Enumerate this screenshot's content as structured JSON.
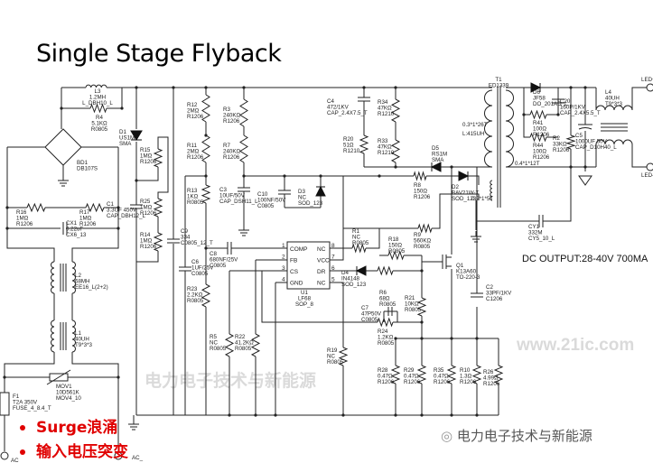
{
  "title": "Single Stage Flyback",
  "output_spec": "DC OUTPUT:28-40V 700MA",
  "bullets": [
    "Surge浪涌",
    "输入电压突变"
  ],
  "watermark_bottom": "电力电子技术与新能源",
  "watermark_mid": "电力电子技术与新能源",
  "watermark_url": "www.21ic.com",
  "terminals": {
    "led_pos": "LED+",
    "led_neg": "LED-",
    "ac_left": "AC_",
    "ac_right": "AC_"
  },
  "ic": {
    "ref": "U1",
    "part": "LF68",
    "package": "SOP_8",
    "left_pins": [
      "COMP",
      "FB",
      "CS",
      "GND"
    ],
    "right_pins": [
      "NC",
      "VCC",
      "DR",
      "NC"
    ],
    "left_nums": [
      "1",
      "2",
      "3",
      "4"
    ],
    "right_nums": [
      "8",
      "7",
      "6",
      "5"
    ]
  },
  "transformer": {
    "ref": "T1",
    "part": "ED1339",
    "primary": "0.3*1*26T",
    "inductance": "L:415UH",
    "secondary": "0.4*1*12T",
    "aux": "0.2*1*5T"
  },
  "components": [
    {
      "ref": "L3",
      "lines": [
        "1.2MH",
        "L_DBH10_L"
      ]
    },
    {
      "ref": "R4",
      "lines": [
        "5.1KΩ",
        "R0805"
      ]
    },
    {
      "ref": "D1",
      "lines": [
        "US1M",
        "SMA"
      ]
    },
    {
      "ref": "BD1",
      "lines": [
        "DB107S"
      ]
    },
    {
      "ref": "R15",
      "lines": [
        "1MΩ",
        "R1206"
      ]
    },
    {
      "ref": "R12",
      "lines": [
        "2MΩ",
        "R1206"
      ]
    },
    {
      "ref": "R11",
      "lines": [
        "2MΩ",
        "R1206"
      ]
    },
    {
      "ref": "R3",
      "lines": [
        "240KΩ",
        "R1206"
      ]
    },
    {
      "ref": "R7",
      "lines": [
        "240KΩ",
        "R1206"
      ]
    },
    {
      "ref": "R13",
      "lines": [
        "1KΩ",
        "R0805"
      ]
    },
    {
      "ref": "C3",
      "lines": [
        "10UF/50V",
        "CAP_DSH11_L"
      ]
    },
    {
      "ref": "C10",
      "lines": [
        "100NF/50V",
        "C0805"
      ]
    },
    {
      "ref": "D3",
      "lines": [
        "NC",
        "SOD_123"
      ]
    },
    {
      "ref": "R16",
      "lines": [
        "1MΩ",
        "R1206"
      ]
    },
    {
      "ref": "R17",
      "lines": [
        "1MΩ",
        "R1206"
      ]
    },
    {
      "ref": "C1",
      "lines": [
        "3.3UF 450V",
        "CAP_DBH12_L"
      ]
    },
    {
      "ref": "CX1",
      "lines": [
        "0.22uF",
        "CX6_13"
      ]
    },
    {
      "ref": "R25",
      "lines": [
        "1MΩ",
        "R1206"
      ]
    },
    {
      "ref": "R14",
      "lines": [
        "1MΩ",
        "R1206"
      ]
    },
    {
      "ref": "C9",
      "lines": [
        "334",
        "C0805_12_T"
      ]
    },
    {
      "ref": "C8",
      "lines": [
        "680NF/25V",
        "C0805"
      ]
    },
    {
      "ref": "C6",
      "lines": [
        "1UF/25V",
        "C0805"
      ]
    },
    {
      "ref": "R23",
      "lines": [
        "2.2KΩ",
        "R0805"
      ]
    },
    {
      "ref": "R5",
      "lines": [
        "NC",
        "R0805"
      ]
    },
    {
      "ref": "R22",
      "lines": [
        "41.2KΩ",
        "R0805"
      ]
    },
    {
      "ref": "L2",
      "lines": [
        "68MH",
        "EE16_L(2+2)"
      ]
    },
    {
      "ref": "L1",
      "lines": [
        "40UH",
        "T9*3*3"
      ]
    },
    {
      "ref": "MOV1",
      "lines": [
        "10D561K",
        "MOV4_10"
      ]
    },
    {
      "ref": "F1",
      "lines": [
        "T2A 350V",
        "FUSE_4_8.4_T"
      ]
    },
    {
      "ref": "R1",
      "lines": [
        "NC",
        "R0805"
      ]
    },
    {
      "ref": "R18",
      "lines": [
        "150Ω",
        "R0805"
      ]
    },
    {
      "ref": "D4",
      "lines": [
        "IN4148",
        "SOD_123"
      ]
    },
    {
      "ref": "R6",
      "lines": [
        "68Ω",
        "R0805"
      ]
    },
    {
      "ref": "C7",
      "lines": [
        "47P50V",
        "C0805"
      ]
    },
    {
      "ref": "R21",
      "lines": [
        "10KΩ",
        "R0805"
      ]
    },
    {
      "ref": "R24",
      "lines": [
        "1.2KΩ",
        "R0805"
      ]
    },
    {
      "ref": "R19",
      "lines": [
        "NC",
        "R0805"
      ]
    },
    {
      "ref": "R28",
      "lines": [
        "0.47Ω",
        "R1206"
      ]
    },
    {
      "ref": "R29",
      "lines": [
        "0.47Ω",
        "R1206"
      ]
    },
    {
      "ref": "R35",
      "lines": [
        "0.47Ω",
        "R1206"
      ]
    },
    {
      "ref": "R10",
      "lines": [
        "1.3Ω",
        "R1206"
      ]
    },
    {
      "ref": "R26",
      "lines": [
        "4.99Ω",
        "R1206"
      ]
    },
    {
      "ref": "Q1",
      "lines": [
        "K13A60",
        "TO-220-3"
      ]
    },
    {
      "ref": "C2",
      "lines": [
        "33PF/1KV",
        "C1206"
      ]
    },
    {
      "ref": "C4",
      "lines": [
        "472/1KV",
        "CAP_2.4X7.5_T"
      ]
    },
    {
      "ref": "R34",
      "lines": [
        "47KΩ",
        "R1210"
      ]
    },
    {
      "ref": "R33",
      "lines": [
        "47KΩ",
        "R1210"
      ]
    },
    {
      "ref": "R20",
      "lines": [
        "51Ω",
        "R1210"
      ]
    },
    {
      "ref": "D5",
      "lines": [
        "RS1M",
        "SMA"
      ]
    },
    {
      "ref": "R8",
      "lines": [
        "150Ω",
        "R1206"
      ]
    },
    {
      "ref": "R9",
      "lines": [
        "560KΩ",
        "R0805"
      ]
    },
    {
      "ref": "D2",
      "lines": [
        "BAV21W-T",
        "SOD_123"
      ]
    },
    {
      "ref": "D6",
      "lines": [
        "JF58",
        "DO_201AD_L"
      ]
    },
    {
      "ref": "C20",
      "lines": [
        "150P/1KV",
        "CAP_2.4X5.5_T"
      ]
    },
    {
      "ref": "R41",
      "lines": [
        "100Ω",
        "R1206"
      ]
    },
    {
      "ref": "R44",
      "lines": [
        "100Ω",
        "R1206"
      ]
    },
    {
      "ref": "R2",
      "lines": [
        "33KΩ",
        "R1206"
      ]
    },
    {
      "ref": "C5",
      "lines": [
        "1000UF 50V",
        "CAP_D10H40_L"
      ]
    },
    {
      "ref": "L4",
      "lines": [
        "40UH",
        "T9*3*3"
      ]
    },
    {
      "ref": "CY1",
      "lines": [
        "332M",
        "CY5_10_L"
      ]
    }
  ]
}
